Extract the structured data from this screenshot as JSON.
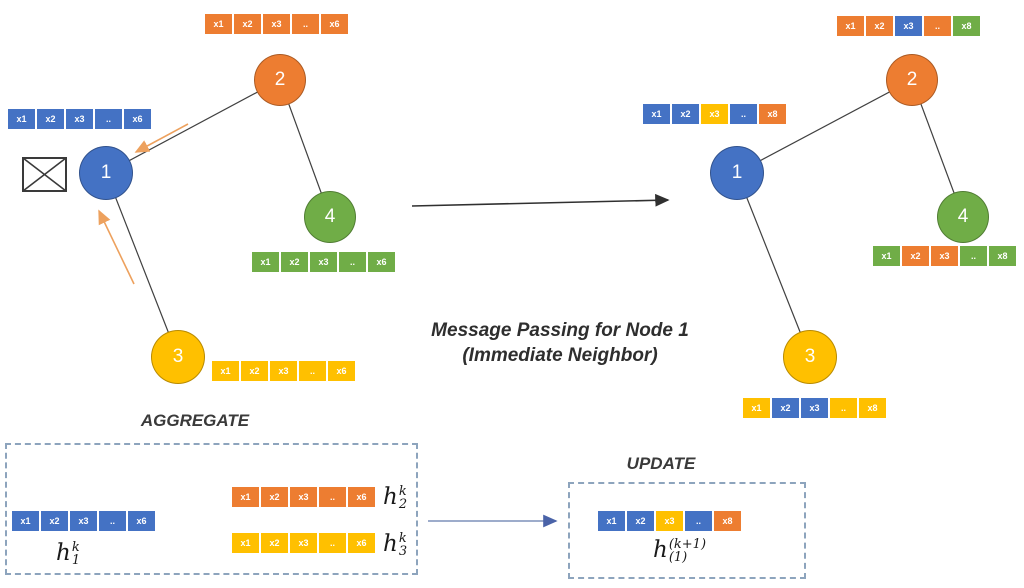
{
  "palette": {
    "blue": "#4472C4",
    "orange": "#ED7D31",
    "yellow": "#FFC000",
    "green": "#70AD47",
    "edge": "#404040",
    "message_arrow": "#EDA15E",
    "transition_arrow": "#303030",
    "flow_arrow": "#7d90ba",
    "dashed_border": "#8da4bd"
  },
  "caption": {
    "line1": "Message Passing for Node 1",
    "line2": "(Immediate Neighbor)"
  },
  "left_graph": {
    "nodes": {
      "n1": "1",
      "n2": "2",
      "n3": "3",
      "n4": "4"
    },
    "vec_node2": {
      "labels": [
        "x1",
        "x2",
        "x3",
        "..",
        "x6"
      ],
      "colors": [
        "orange",
        "orange",
        "orange",
        "orange",
        "orange"
      ]
    },
    "vec_node1": {
      "labels": [
        "x1",
        "x2",
        "x3",
        "..",
        "x6"
      ],
      "colors": [
        "blue",
        "blue",
        "blue",
        "blue",
        "blue"
      ]
    },
    "vec_node4": {
      "labels": [
        "x1",
        "x2",
        "x3",
        "..",
        "x6"
      ],
      "colors": [
        "green",
        "green",
        "green",
        "green",
        "green"
      ]
    },
    "vec_node3": {
      "labels": [
        "x1",
        "x2",
        "x3",
        "..",
        "x6"
      ],
      "colors": [
        "yellow",
        "yellow",
        "yellow",
        "yellow",
        "yellow"
      ]
    }
  },
  "right_graph": {
    "nodes": {
      "n1": "1",
      "n2": "2",
      "n3": "3",
      "n4": "4"
    },
    "vec_node2": {
      "labels": [
        "x1",
        "x2",
        "x3",
        "..",
        "x8"
      ],
      "colors": [
        "orange",
        "orange",
        "blue",
        "orange",
        "green"
      ]
    },
    "vec_node1": {
      "labels": [
        "x1",
        "x2",
        "x3",
        "..",
        "x8"
      ],
      "colors": [
        "blue",
        "blue",
        "yellow",
        "blue",
        "orange"
      ]
    },
    "vec_node4": {
      "labels": [
        "x1",
        "x2",
        "x3",
        "..",
        "x8"
      ],
      "colors": [
        "green",
        "orange",
        "orange",
        "green",
        "green"
      ]
    },
    "vec_node3": {
      "labels": [
        "x1",
        "x2",
        "x3",
        "..",
        "x8"
      ],
      "colors": [
        "yellow",
        "blue",
        "blue",
        "yellow",
        "yellow"
      ]
    }
  },
  "aggregate": {
    "title": "AGGREGATE",
    "vec_h1": {
      "labels": [
        "x1",
        "x2",
        "x3",
        "..",
        "x6"
      ],
      "colors": [
        "blue",
        "blue",
        "blue",
        "blue",
        "blue"
      ]
    },
    "vec_h2": {
      "labels": [
        "x1",
        "x2",
        "x3",
        "..",
        "x6"
      ],
      "colors": [
        "orange",
        "orange",
        "orange",
        "orange",
        "orange"
      ]
    },
    "vec_h3": {
      "labels": [
        "x1",
        "x2",
        "x3",
        "..",
        "x6"
      ],
      "colors": [
        "yellow",
        "yellow",
        "yellow",
        "yellow",
        "yellow"
      ]
    },
    "h1": {
      "base": "h",
      "sup": "k",
      "sub": "1"
    },
    "h2": {
      "base": "h",
      "sup": "k",
      "sub": "2"
    },
    "h3": {
      "base": "h",
      "sup": "k",
      "sub": "3"
    }
  },
  "update": {
    "title": "UPDATE",
    "vec_result": {
      "labels": [
        "x1",
        "x2",
        "x3",
        "..",
        "x8"
      ],
      "colors": [
        "blue",
        "blue",
        "yellow",
        "blue",
        "orange"
      ]
    },
    "h": {
      "base": "h",
      "sup": "(k+1)",
      "sub": "(1)"
    }
  }
}
